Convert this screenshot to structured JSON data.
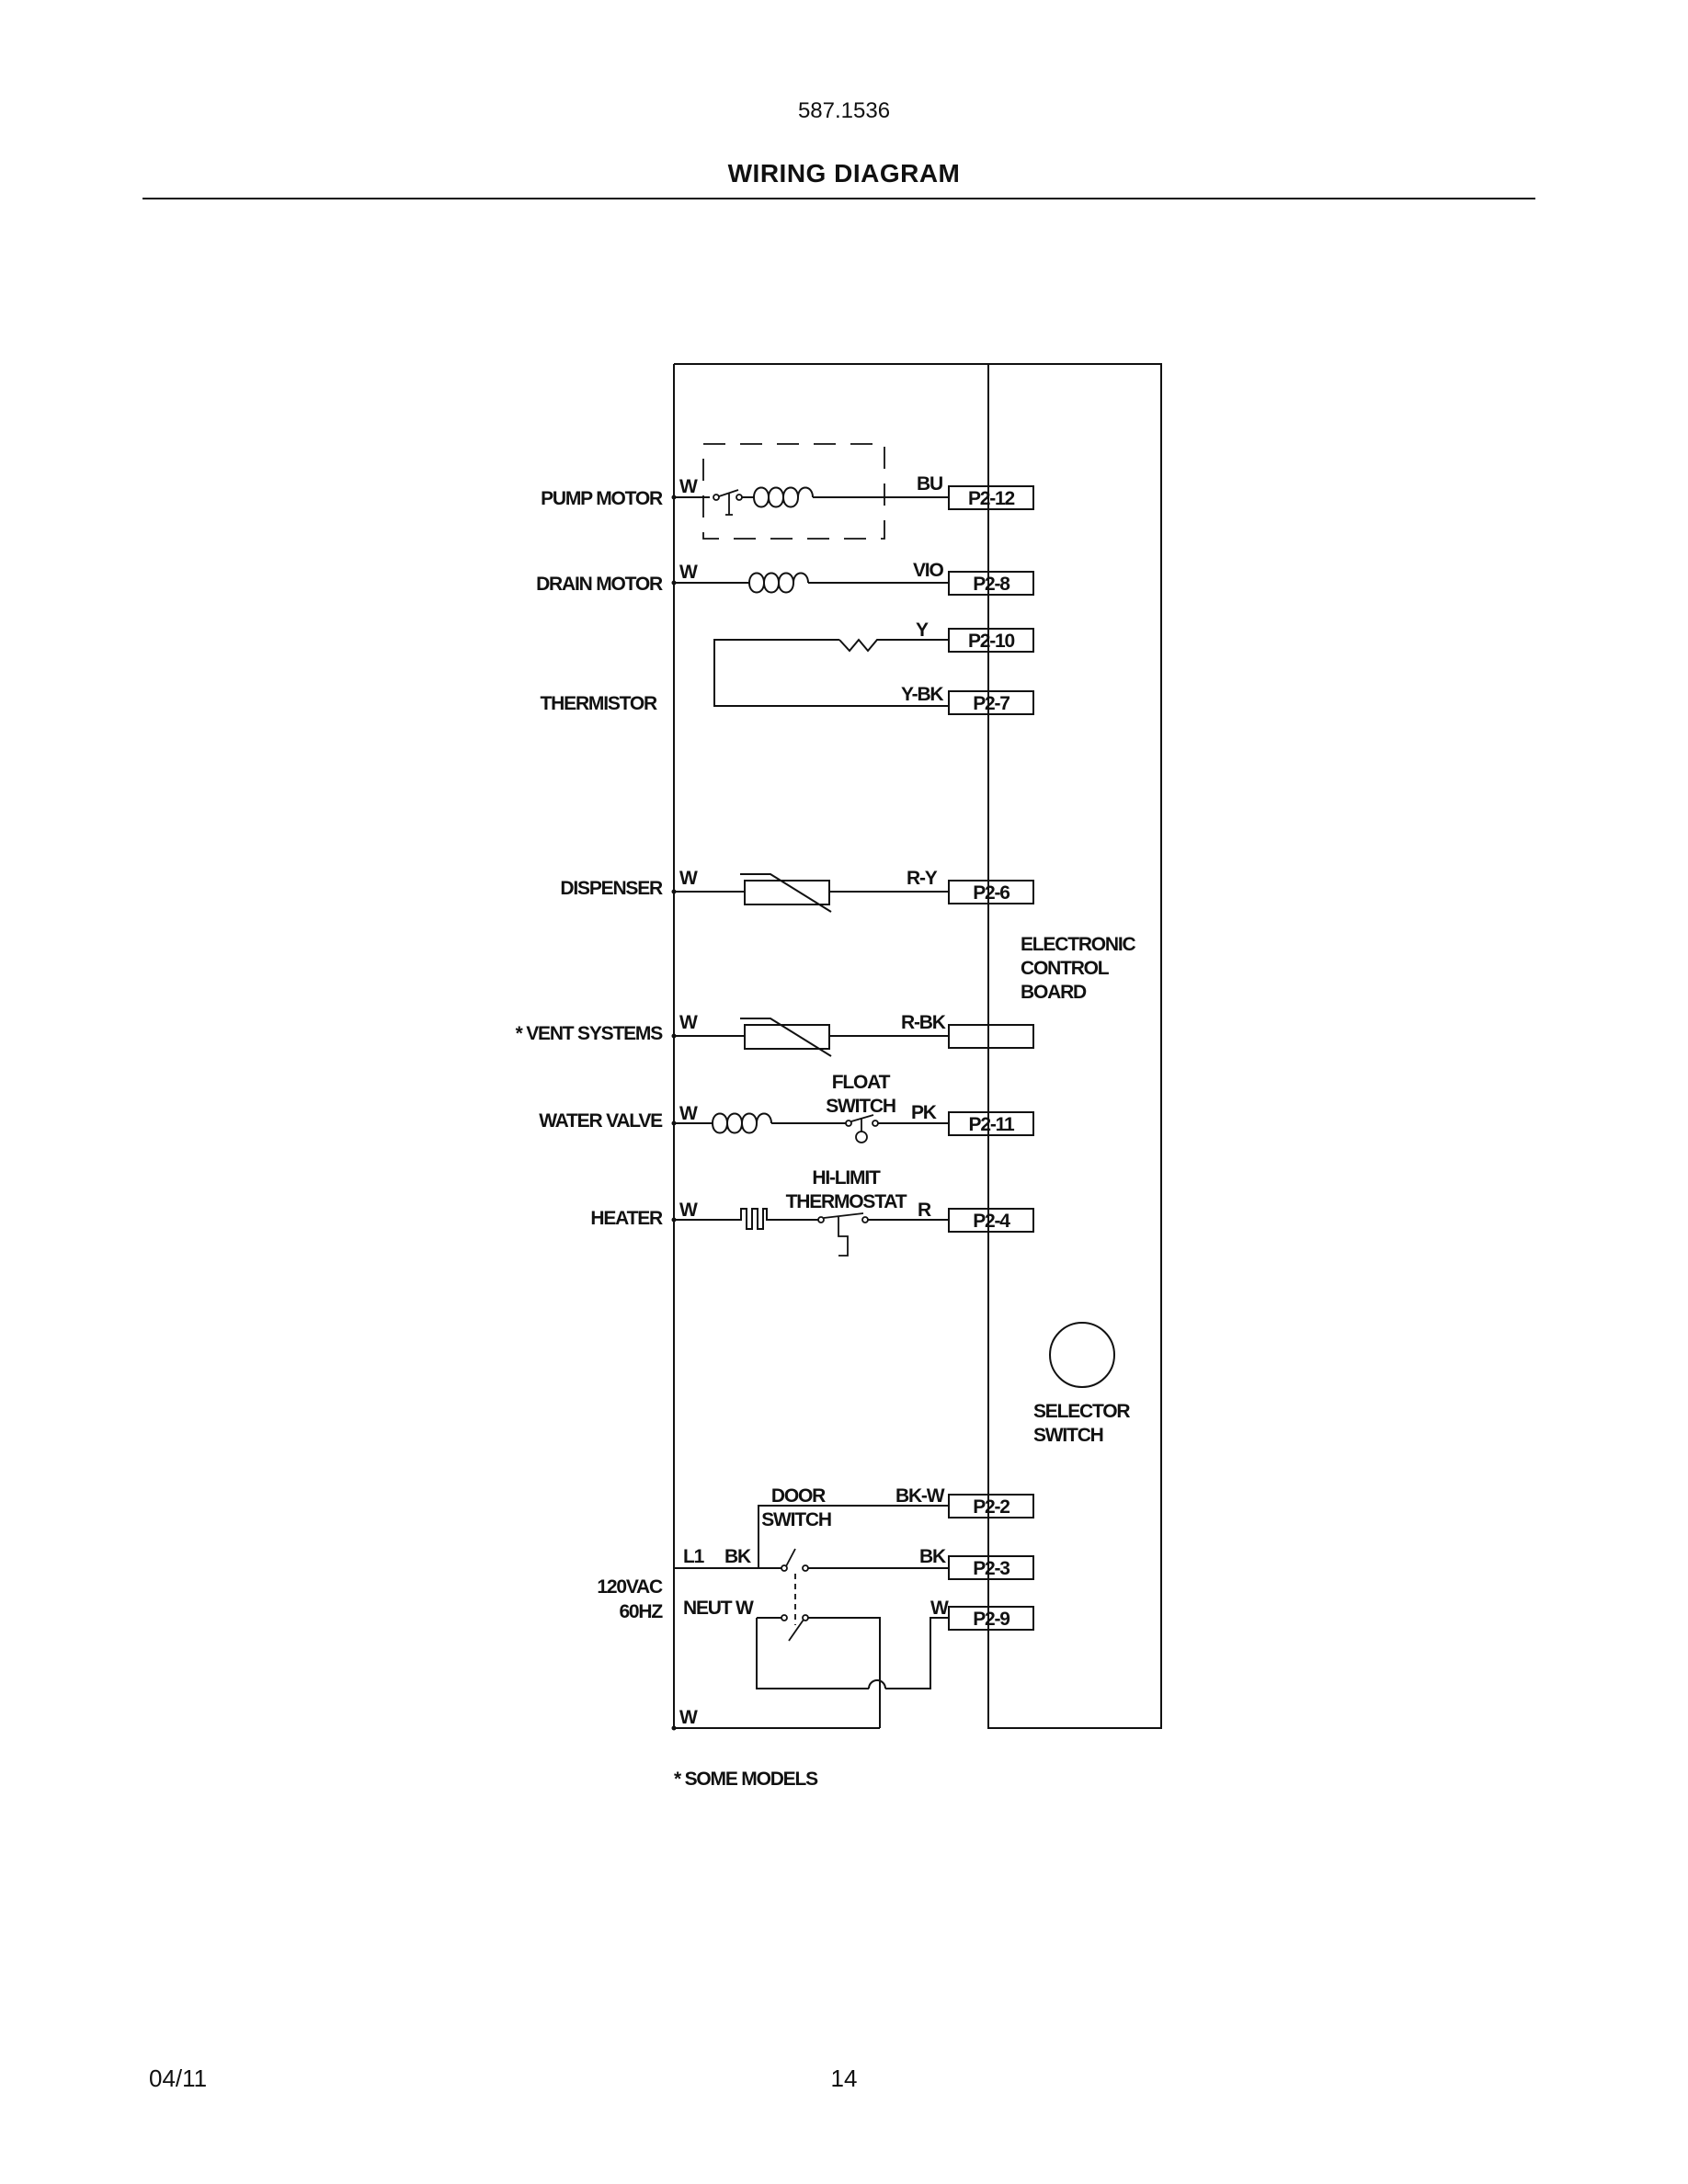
{
  "header": {
    "doc_number": "587.1536",
    "title": "WIRING DIAGRAM"
  },
  "footer": {
    "date": "04/11",
    "page": "14"
  },
  "components": {
    "pump_motor": "PUMP MOTOR",
    "drain_motor": "DRAIN MOTOR",
    "thermistor": "THERMISTOR",
    "dispenser": "DISPENSER",
    "vent_systems": "* VENT SYSTEMS",
    "water_valve": "WATER VALVE",
    "heater": "HEATER",
    "power_line1": "120VAC",
    "power_line2": "60HZ"
  },
  "wire_colors": {
    "pump_left": "W",
    "pump_right": "BU",
    "drain_left": "W",
    "drain_right": "VIO",
    "thermistor_top": "Y",
    "thermistor_bottom": "Y-BK",
    "dispenser_left": "W",
    "dispenser_right": "R-Y",
    "vent_left": "W",
    "vent_right": "R-BK",
    "valve_left": "W",
    "valve_right": "PK",
    "heater_left": "W",
    "heater_right": "R",
    "door_top": "BK-W",
    "l1": "L1",
    "l1_color": "BK",
    "l1_right": "BK",
    "neutral": "NEUT W",
    "neutral_right": "W",
    "bottom": "W"
  },
  "inline_labels": {
    "float_switch_1": "FLOAT",
    "float_switch_2": "SWITCH",
    "hi_limit_1": "HI-LIMIT",
    "hi_limit_2": "THERMOSTAT",
    "door_switch_1": "DOOR",
    "door_switch_2": "SWITCH"
  },
  "connectors": {
    "p2_12": "P2-12",
    "p2_8": "P2-8",
    "p2_10": "P2-10",
    "p2_7": "P2-7",
    "p2_6": "P2-6",
    "p2_11": "P2-11",
    "p2_4": "P2-4",
    "p2_2": "P2-2",
    "p2_3": "P2-3",
    "p2_9": "P2-9"
  },
  "control_board": {
    "line1": "ELECTRONIC",
    "line2": "CONTROL",
    "line3": "BOARD",
    "selector1": "SELECTOR",
    "selector2": "SWITCH"
  },
  "footnote": "* SOME MODELS"
}
